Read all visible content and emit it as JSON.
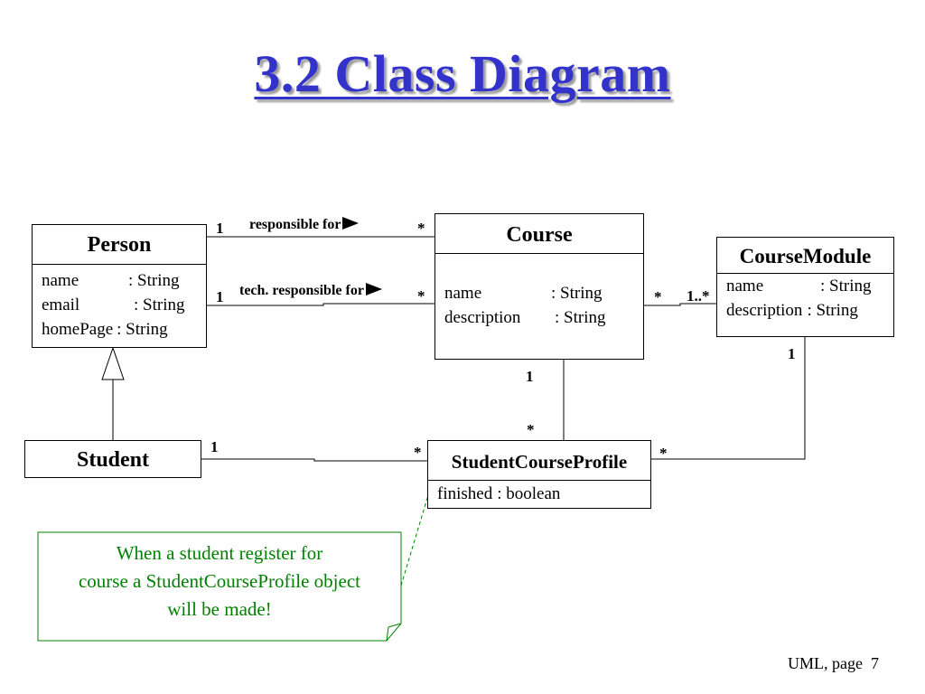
{
  "title": "3.2 Class Diagram",
  "classes": {
    "person": {
      "name": "Person",
      "attributes": [
        {
          "name": "name",
          "type": ": String"
        },
        {
          "name": "email",
          "type": ": String"
        },
        {
          "name": "homePage",
          "type": ": String"
        }
      ]
    },
    "course": {
      "name": "Course",
      "attributes": [
        {
          "name": "name",
          "type": ": String"
        },
        {
          "name": "description",
          "type": ": String"
        }
      ]
    },
    "coursemodule": {
      "name": "CourseModule",
      "attributes": [
        {
          "name": "name",
          "type": ": String"
        },
        {
          "name": "description",
          "type": ": String"
        }
      ]
    },
    "student": {
      "name": "Student"
    },
    "scp": {
      "name": "StudentCourseProfile",
      "attributes": [
        {
          "name": "finished",
          "type": ": boolean"
        }
      ]
    }
  },
  "associations": {
    "responsible": "responsible for",
    "tech_responsible": "tech. responsible for"
  },
  "multiplicities": {
    "person_responsible": "1",
    "course_responsible": "*",
    "person_tech": "1",
    "course_tech": "*",
    "course_module_course": "*",
    "course_module_module": "1..*",
    "course_profile_course": "1",
    "course_profile_profile": "*",
    "student_profile_student": "1",
    "student_profile_profile": "*",
    "module_profile_module": "1",
    "module_profile_profile": "*"
  },
  "note": {
    "lines": [
      "When a student register for",
      "course a StudentCourseProfile object",
      "will be made!"
    ]
  },
  "footer": {
    "label": "UML, page",
    "page": "7"
  },
  "colors": {
    "title": "#3333cc",
    "note": "#008000"
  }
}
